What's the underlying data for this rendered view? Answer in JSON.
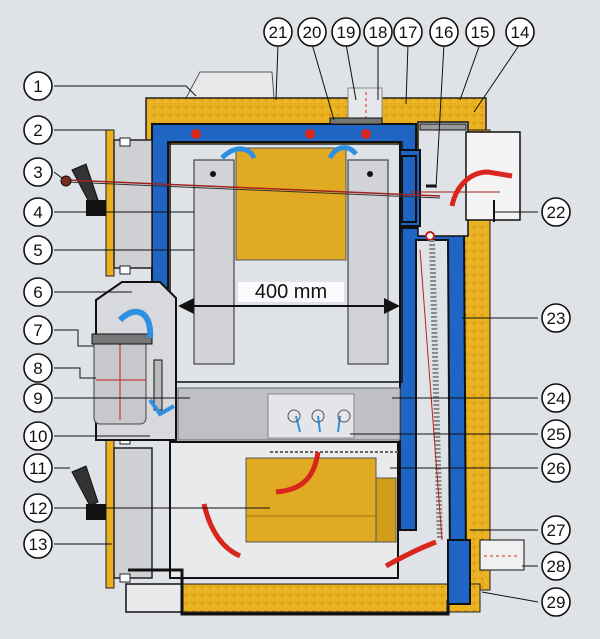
{
  "diagram": {
    "dimension_label": "400 mm",
    "colors": {
      "background": "#dfe2e6",
      "insulation": "#e9b020",
      "water_jacket": "#1f66c4",
      "steel": "#d2d3d6",
      "grey_part": "#c3c4c8",
      "dark_outline": "#111111",
      "hot_gas_arrow": "#d9261c",
      "air_arrow": "#2f8fe0",
      "wire": "#a02020"
    },
    "callouts_left": [
      "1",
      "2",
      "3",
      "4",
      "5",
      "6",
      "7",
      "8",
      "9",
      "10",
      "11",
      "12",
      "13"
    ],
    "callouts_top": [
      "21",
      "20",
      "19",
      "18",
      "17",
      "16",
      "15",
      "14"
    ],
    "callouts_right": [
      "22",
      "23",
      "24",
      "25",
      "26",
      "27",
      "28",
      "29"
    ]
  }
}
